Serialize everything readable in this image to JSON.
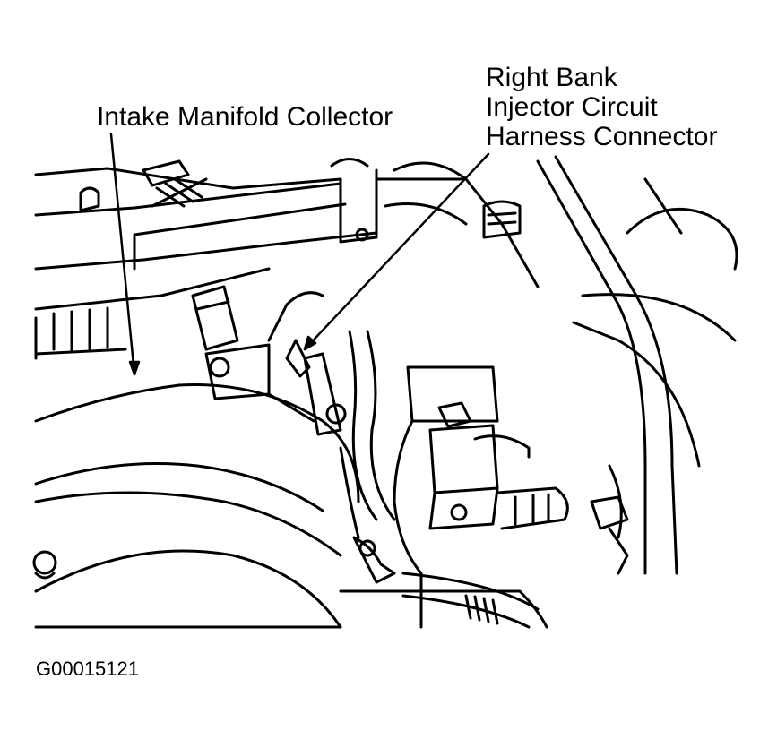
{
  "labels": {
    "intake_manifold_collector": "Intake Manifold Collector",
    "right_bank_connector": [
      "Right Bank",
      "Injector Circuit",
      "Harness Connector"
    ]
  },
  "figure_id": "G00015121",
  "colors": {
    "line": "#000000",
    "background": "#ffffff"
  }
}
